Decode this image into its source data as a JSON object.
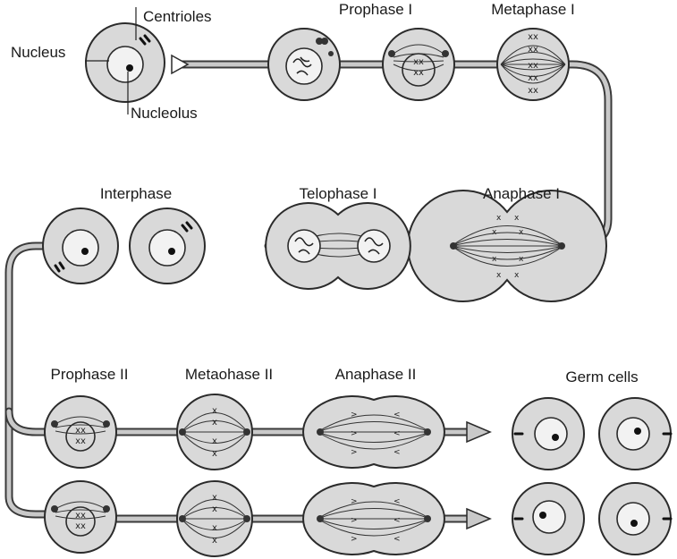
{
  "labels": {
    "centrioles": "Centrioles",
    "nucleus": "Nucleus",
    "nucleolus": "Nucleolus",
    "prophase_1": "Prophase I",
    "metaphase_1": "Metaphase I",
    "interphase": "Interphase",
    "telophase_1": "Telophase I",
    "anaphase_1": "Anaphase I",
    "prophase_2": "Prophase II",
    "metaphase_2": "Metaohase II",
    "anaphase_2": "Anaphase II",
    "germ_cells": "Germ cells"
  }
}
